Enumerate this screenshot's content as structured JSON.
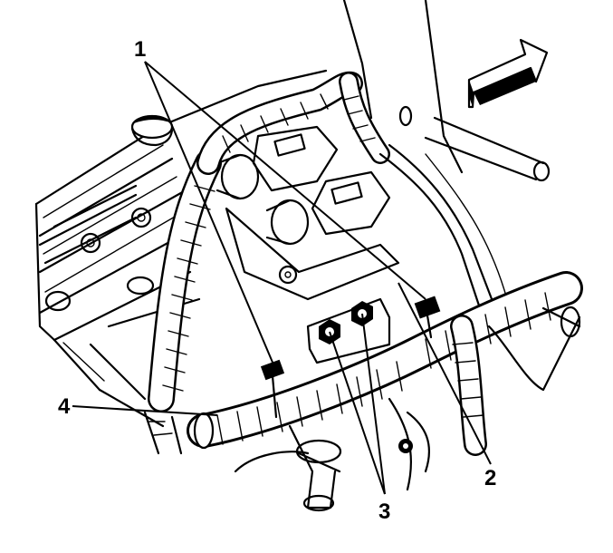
{
  "callouts": {
    "c1": "1",
    "c2": "2",
    "c3": "3",
    "c4": "4"
  },
  "icons": {
    "direction": "arrow-right-up-icon"
  },
  "colors": {
    "line": "#000000",
    "background": "#ffffff"
  }
}
